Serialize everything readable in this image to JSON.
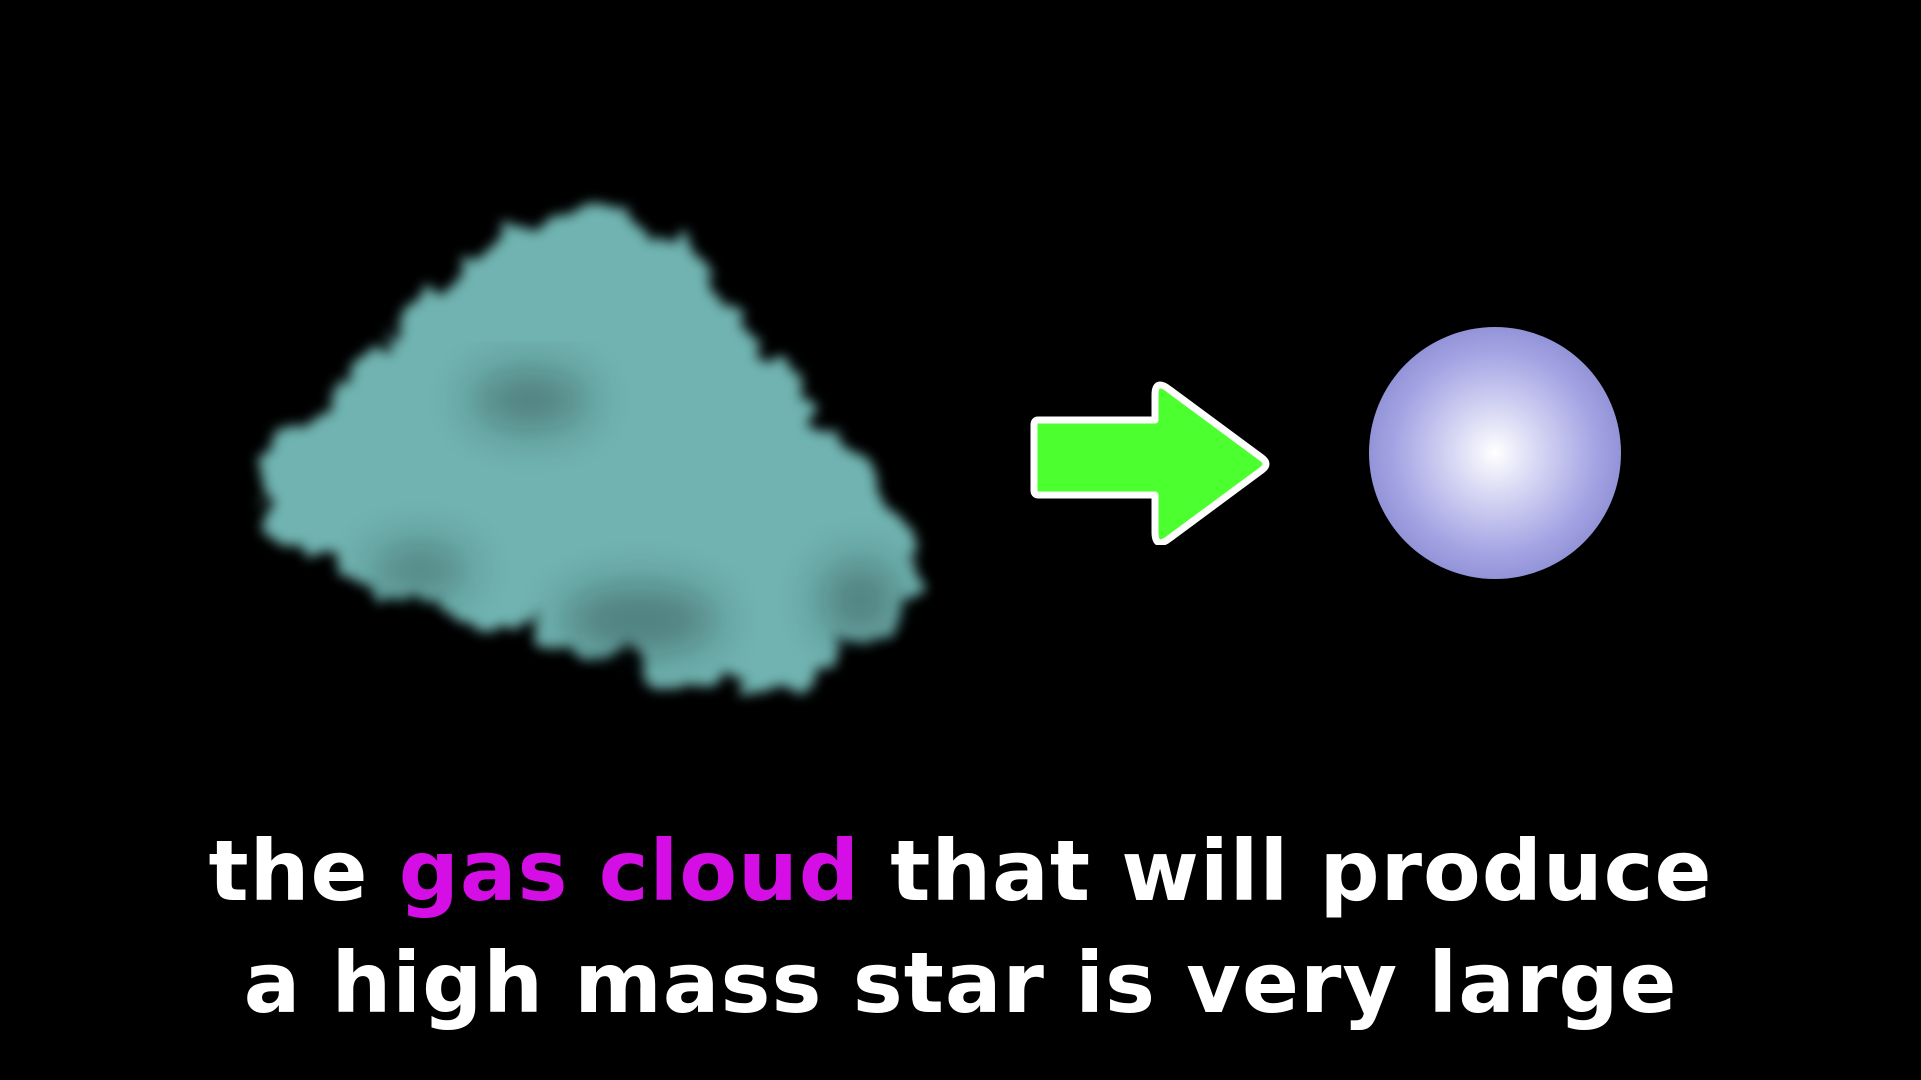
{
  "caption": {
    "line1_before": "the ",
    "line1_highlight": "gas cloud",
    "line1_after": " that will produce",
    "line2": "a high mass star is very large"
  },
  "colors": {
    "background": "#000000",
    "caption_text": "#ffffff",
    "caption_highlight": "#d60ee6",
    "cloud": "#6fb3b0",
    "arrow_fill": "#4cff2e",
    "arrow_outline": "#ffffff",
    "star_center": "#ffffff",
    "star_edge": "#9a9ae0"
  },
  "illustration": {
    "left_object": "gas-cloud",
    "connector": "right-arrow",
    "right_object": "star"
  }
}
